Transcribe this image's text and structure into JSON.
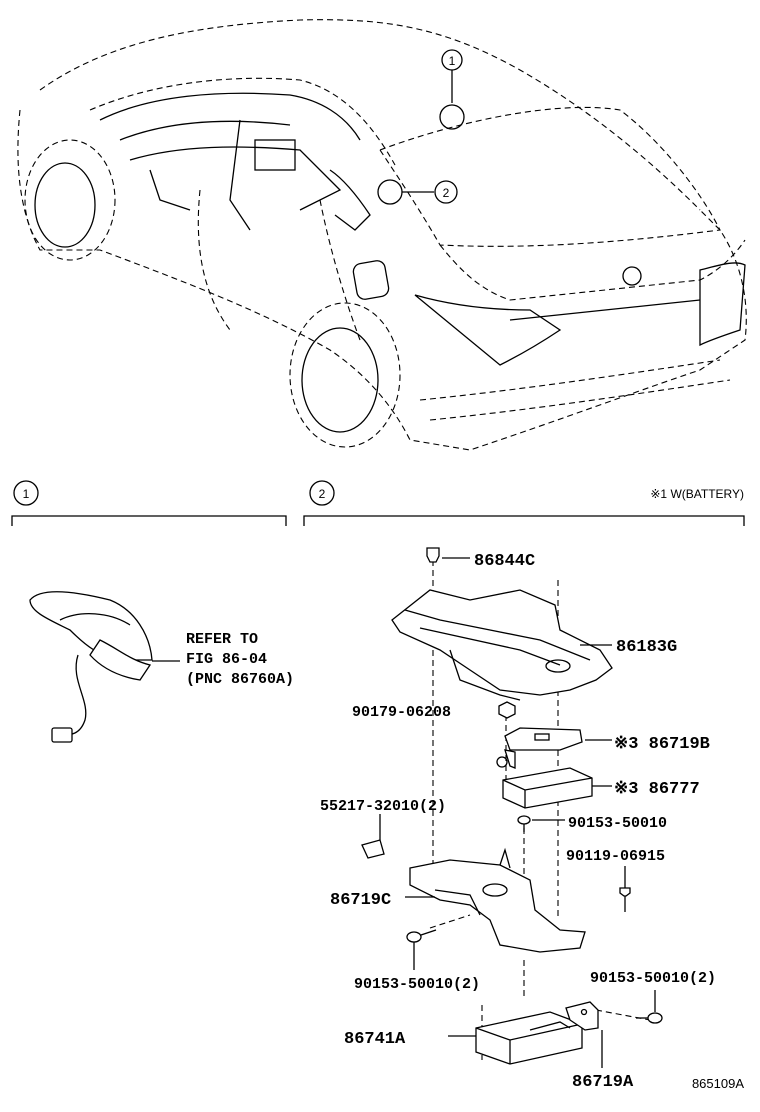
{
  "top_callouts": {
    "callout_1": "1",
    "callout_2": "2"
  },
  "section_1": {
    "number": "1",
    "refer_lines": [
      "REFER TO",
      "FIG 86-04",
      "(PNC 86760A)"
    ]
  },
  "section_2": {
    "number": "2",
    "note": "※1 W(BATTERY)"
  },
  "labels": {
    "p86844C": "86844C",
    "p86183G": "86183G",
    "p90179_06208": "90179-06208",
    "p86719B": "※3 86719B",
    "p86777": "※3 86777",
    "p55217": "55217-32010(2)",
    "p90153_50010": "90153-50010",
    "p90119_06915": "90119-06915",
    "p86719C": "86719C",
    "p90153_50010_2a": "90153-50010(2)",
    "p90153_50010_2b": "90153-50010(2)",
    "p86741A": "86741A",
    "p86719A": "86719A"
  },
  "figure_code": "865109A"
}
